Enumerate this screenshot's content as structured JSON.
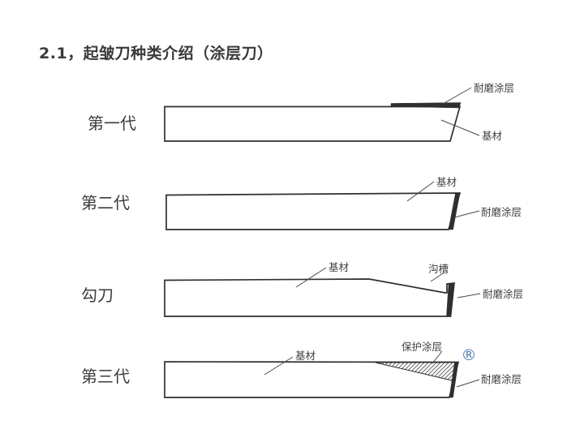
{
  "page": {
    "title": "2.1，起皱刀种类介绍（涂层刀）"
  },
  "colors": {
    "background": "#ffffff",
    "line": "#2f2f2f",
    "coating_fill": "#2f2f2f",
    "text": "#3c3c3c",
    "registered_mark_blue": "#4a7ab5"
  },
  "diagrams": [
    {
      "id": "generation-1",
      "generation_label": "第一代",
      "annotations": {
        "wear_coating": "耐磨涂层",
        "substrate": "基材"
      }
    },
    {
      "id": "generation-2",
      "generation_label": "第二代",
      "annotations": {
        "substrate": "基材",
        "wear_coating": "耐磨涂层"
      }
    },
    {
      "id": "hook-knife",
      "generation_label": "勾刀",
      "annotations": {
        "substrate": "基材",
        "groove": "沟槽",
        "wear_coating": "耐磨涂层"
      }
    },
    {
      "id": "generation-3",
      "generation_label": "第三代",
      "annotations": {
        "substrate": "基材",
        "protective_coating": "保护涂层",
        "wear_coating": "耐磨涂层",
        "registered_mark": "®"
      }
    }
  ]
}
